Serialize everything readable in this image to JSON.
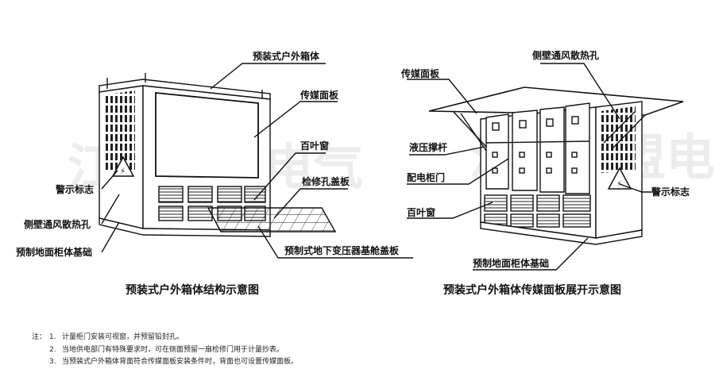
{
  "watermark": {
    "left": "江苏中盟电气",
    "right": "江苏中盟电气"
  },
  "diagram_left": {
    "labels": {
      "enclosure": "预装式户外箱体",
      "media_panel": "传媒面板",
      "louver": "百叶窗",
      "hatch_cover": "检修孔盖板",
      "warning_sign": "警示标志",
      "side_vent": "侧壁通风散热孔",
      "foundation": "预制地面柜体基础",
      "transformer_base_cover": "预制式地下变压器基舱盖板"
    },
    "caption": "预装式户外箱体结构示意图"
  },
  "diagram_right": {
    "labels": {
      "media_panel": "传媒面板",
      "side_vent": "侧壁通风散热孔",
      "hydraulic_rod": "液压撑杆",
      "distribution_door": "配电柜门",
      "louver": "百叶窗",
      "warning_sign": "警示标志",
      "foundation": "预制地面柜体基础"
    },
    "caption": "预装式户外箱体传媒面板展开示意图"
  },
  "notes": {
    "prefix": "注：",
    "items": [
      {
        "num": "1.",
        "text": "计量柜门安装可视窗，并预留铅封孔。"
      },
      {
        "num": "2.",
        "text": "当地供电部门有特殊要求时，可在侧面预留一扇检修门用于计量抄表。"
      },
      {
        "num": "3.",
        "text": "当预装式户外箱体背面符合传媒面板安装条件时，背面也可设置传媒面板。"
      }
    ]
  }
}
